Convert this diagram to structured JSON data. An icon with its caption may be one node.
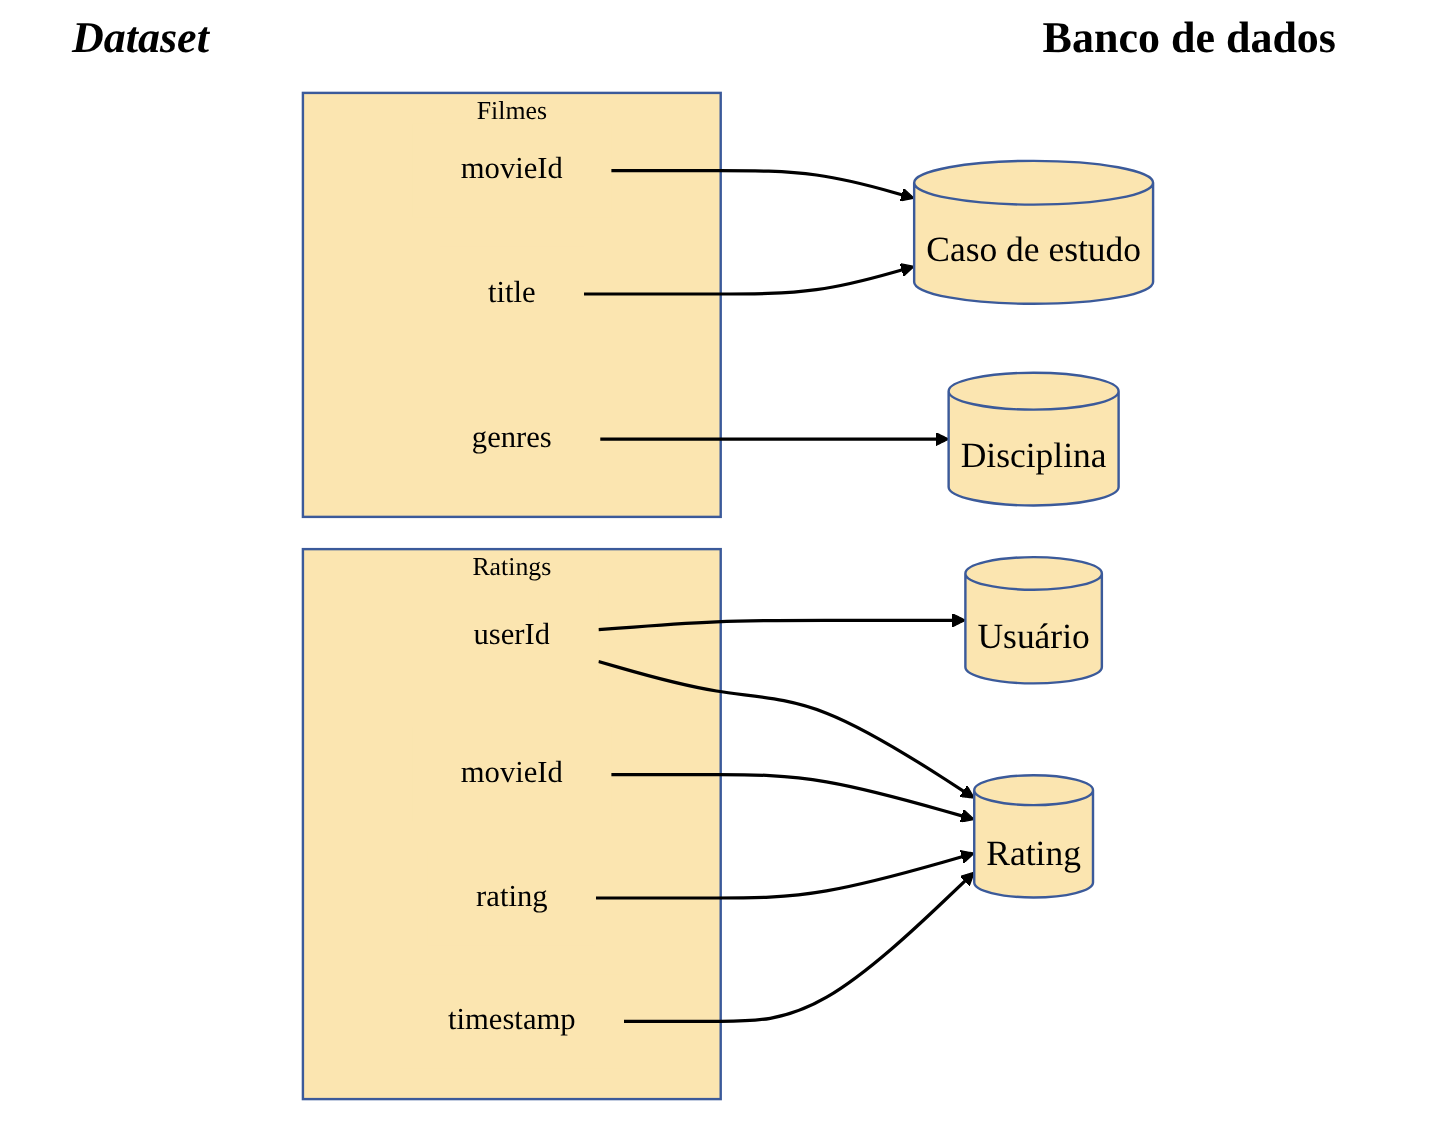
{
  "diagram": {
    "nodes": [
      {
        "text": [
          "Filmes"
        ]
      },
      {
        "text": [
          "movieId"
        ],
        "in": 0
      },
      {
        "text": [
          "title"
        ],
        "in": 0
      },
      {
        "text": [
          "genres"
        ],
        "in": 0
      },
      {
        "text": [
          "Ratings"
        ]
      },
      {
        "text": [
          "userId"
        ],
        "in": 4
      },
      {
        "text": [
          "movieId"
        ],
        "in": 4
      },
      {
        "text": [
          "rating"
        ],
        "in": 4
      },
      {
        "text": [
          "timestamp"
        ],
        "in": 4
      },
      {
        "text": [
          "Caso de estudo"
        ]
      },
      {
        "text": [
          "Disciplina"
        ]
      },
      {
        "text": [
          "Usuário"
        ]
      },
      {
        "text": [
          "Rating"
        ]
      }
    ],
    "edges": [
      {
        "from": 1,
        "to": 9,
        "arrow": "to"
      },
      {
        "from": 2,
        "to": 9,
        "arrow": "to"
      },
      {
        "from": 3,
        "to": 10,
        "arrow": "to"
      },
      {
        "from": 5,
        "to": 11,
        "arrow": "to"
      },
      {
        "from": 5,
        "to": 12,
        "arrow": "to"
      },
      {
        "from": 6,
        "to": 12,
        "arrow": "to"
      },
      {
        "from": 7,
        "to": 12,
        "arrow": "to"
      },
      {
        "from": 8,
        "to": 12,
        "arrow": "to"
      }
    ],
    "labels": [
      "Dataset",
      "Banco de dados"
    ]
  }
}
